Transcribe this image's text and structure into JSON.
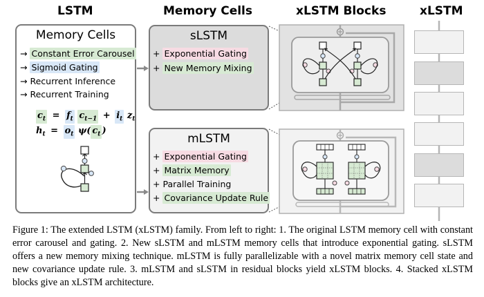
{
  "columns": {
    "lstm": "LSTM",
    "memory_cells": "Memory Cells",
    "xlstm_blocks": "xLSTM Blocks",
    "xlstm": "xLSTM"
  },
  "lstm_panel": {
    "title": "Memory Cells",
    "items": [
      {
        "marker": "→",
        "text": "Constant Error Carousel",
        "highlight": "green"
      },
      {
        "marker": "→",
        "text": "Sigmoid Gating",
        "highlight": "blue"
      },
      {
        "marker": "→",
        "text": "Recurrent Inference",
        "highlight": "none"
      },
      {
        "marker": "→",
        "text": "Recurrent Training",
        "highlight": "none"
      }
    ],
    "eq1": {
      "lhs": "c",
      "lhs_sub": "t",
      "eq": "=",
      "f": "f",
      "f_sub": "t",
      "cprev": "c",
      "cprev_sub": "t−1",
      "plus": "+",
      "i": "i",
      "i_sub": "t",
      "z": "z",
      "z_sub": "t"
    },
    "eq2": {
      "lhs": "h",
      "lhs_sub": "t",
      "eq": "=",
      "o": "o",
      "o_sub": "t",
      "psi": "ψ(",
      "c": "c",
      "c_sub": "t",
      "close": ")"
    }
  },
  "slstm_panel": {
    "title": "sLSTM",
    "items": [
      {
        "marker": "+",
        "text": "Exponential Gating",
        "highlight": "pink"
      },
      {
        "marker": "+",
        "text": "New Memory Mixing",
        "highlight": "green"
      }
    ]
  },
  "mlstm_panel": {
    "title": "mLSTM",
    "items": [
      {
        "marker": "+",
        "text": "Exponential Gating",
        "highlight": "pink"
      },
      {
        "marker": "+",
        "text": "Matrix Memory",
        "highlight": "green"
      },
      {
        "marker": "+",
        "text": "Parallel Training",
        "highlight": "none"
      },
      {
        "marker": "+",
        "text": "Covariance Update Rule",
        "highlight": "green"
      }
    ]
  },
  "xlstm_stack": {
    "blocks": [
      "light",
      "dark",
      "light",
      "light",
      "dark",
      "light"
    ]
  },
  "colors": {
    "green": "#d7ead3",
    "pink": "#f7dbe3",
    "blue": "#d8e7f7",
    "border": "#7a7a7a"
  },
  "caption": "Figure 1: The extended LSTM (xLSTM) family. From left to right: 1. The original LSTM memory cell with constant error carousel and gating. 2. New sLSTM and mLSTM memory cells that introduce exponential gating. sLSTM offers a new memory mixing technique. mLSTM is fully parallelizable with a novel matrix memory cell state and new covariance update rule. 3. mLSTM and sLSTM in residual blocks yield xLSTM blocks. 4. Stacked xLSTM blocks give an xLSTM architecture."
}
